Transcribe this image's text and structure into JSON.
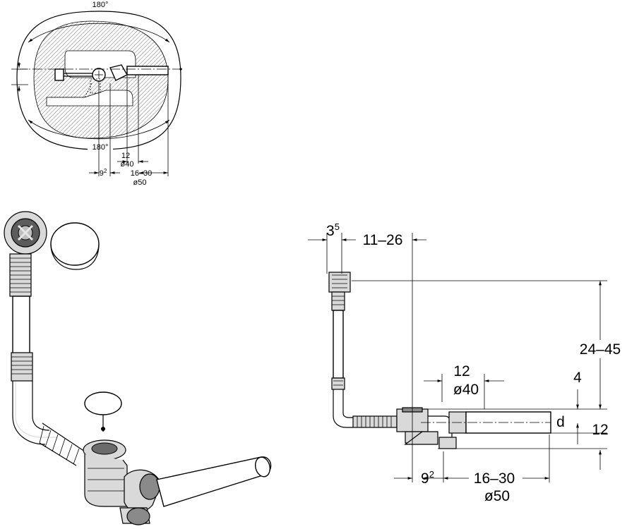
{
  "top_view": {
    "angle_top": "180°",
    "angle_bottom": "180°",
    "dim_12": "12",
    "dim_o40": "ø40",
    "dim_9": "9",
    "dim_9_sup": "2",
    "dim_16_30": "16–30",
    "dim_o50": "ø50"
  },
  "side_view": {
    "dim_3": "3",
    "dim_3_sup": "5",
    "dim_11_26": "11–26",
    "dim_24_45": "24–45",
    "dim_12_upper": "12",
    "dim_o40": "ø40",
    "dim_4": "4",
    "dim_d": "d",
    "dim_12_right": "12",
    "dim_9": "9",
    "dim_9_sup": "2",
    "dim_16_30": "16–30",
    "dim_o50": "ø50"
  }
}
